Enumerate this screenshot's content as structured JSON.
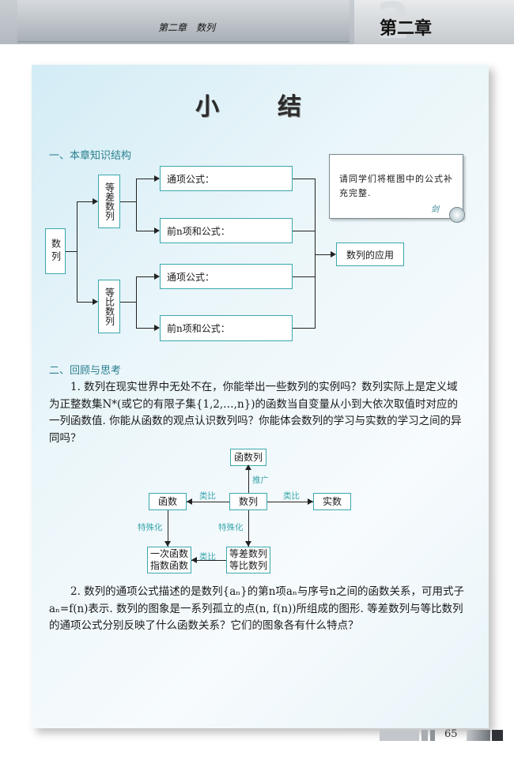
{
  "header": {
    "chapter_left": "第二章　数列",
    "chapter_digit": "2",
    "chapter_right": "第二章"
  },
  "title": "小　结",
  "section1": {
    "heading": "一、本章知识结构",
    "root": "数列",
    "arith": "等差数列",
    "geom": "等比数列",
    "arith_general": "通项公式：",
    "arith_sum": "前n项和公式：",
    "geom_general": "通项公式：",
    "geom_sum": "前n项和公式：",
    "application": "数列的应用",
    "note": "请同学们将框图中的公式补充完整.",
    "note_sig": "剑"
  },
  "section2": {
    "heading": "二、回顾与思考",
    "q1": "1. 数列在现实世界中无处不在，你能举出一些数列的实例吗？数列实际上是定义域为正整数集N*(或它的有限子集{1,2,…,n})的函数当自变量从小到大依次取值时对应的一列函数值. 你能从函数的观点认识数列吗？你能体会数列的学习与实数的学习之间的异同吗？",
    "q2": "2. 数列的通项公式描述的是数列{aₙ}的第n项aₙ与序号n之间的函数关系，可用式子aₙ=f(n)表示. 数列的图象是一系列孤立的点(n, f(n))所组成的图形. 等差数列与等比数列的通项公式分别反映了什么函数关系？它们的图象各有什么特点？"
  },
  "diagram2": {
    "top": "函数列",
    "center": "数列",
    "left": "函数",
    "right": "实数",
    "bottom_center": "等差数列\n等比数列",
    "bottom_left": "一次函数\n指数函数",
    "label_up": "推广",
    "label_left": "类比",
    "label_right": "类比",
    "label_down_left": "特殊化",
    "label_down_center": "特殊化",
    "label_bottom": "类比"
  },
  "footer": {
    "page": "65"
  }
}
